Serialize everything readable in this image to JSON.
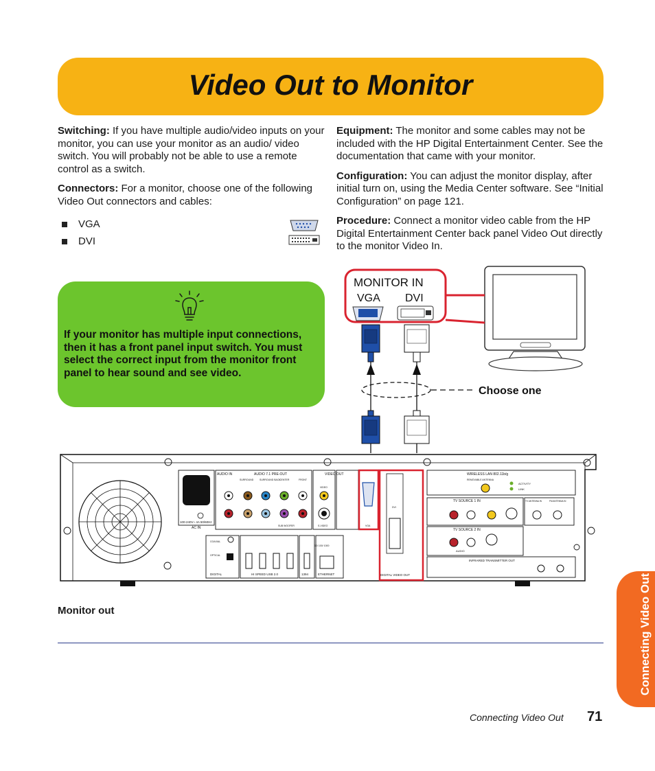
{
  "title": "Video Out to Monitor",
  "side_tab": "Connecting Video Out",
  "left_column": {
    "switching_label": "Switching:",
    "switching_text": " If you have multiple audio/video inputs on your monitor, you can use your monitor as an audio/ video switch. You will probably not be able to use a remote control as a switch.",
    "connectors_label": "Connectors:",
    "connectors_text": " For a monitor, choose one of the following Video Out connectors and cables:",
    "bullets": [
      "VGA",
      "DVI"
    ]
  },
  "right_column": {
    "equipment_label": "Equipment:",
    "equipment_text": " The monitor and some cables may not be included with the HP Digital Entertainment Center. See the documentation that came with your monitor.",
    "configuration_label": "Configuration:",
    "configuration_text": " You can adjust the monitor display, after initial turn on, using the Media Center software. See “Initial Configuration” on page 121.",
    "procedure_label": "Procedure:",
    "procedure_text": " Connect a monitor video cable from the HP Digital Entertainment Center back panel Video Out directly to the monitor Video In."
  },
  "tip": {
    "icon": "lightbulb-icon",
    "text": "If your monitor has multiple input connections, then it has a front panel input switch. You must select the correct input from the monitor front panel to hear sound and see video."
  },
  "diagram": {
    "monitor_in": "MONITOR IN",
    "vga": "VGA",
    "dvi": "DVI",
    "choose_one": "Choose one",
    "panel": {
      "audio_in": "AUDIO IN",
      "audio_71": "AUDIO 7.1 PRE-OUT",
      "video_out": "VIDEO  OUT",
      "surround": "SURROUND",
      "surround_back": "SURROUND BACK",
      "center": "CENTER",
      "front": "FRONT",
      "sub": "SUB WOOFER",
      "video": "VIDEO",
      "svideo": "S-VIDEO",
      "ac_rating": "100-240V~ 4A  50/60Hz",
      "ac_in": "AC IN",
      "coaxial": "COAXIAL",
      "optical": "OPTICAL",
      "digital": "DIGITAL",
      "usb": "HI SPEED USB 2.0",
      "fw": "1394",
      "ethernet": "ETHERNET",
      "eth_speed": "10/ 100/ 1000",
      "dvi": "DVI",
      "vga": "VGA",
      "digital_video_out": "DIGITAL VIDEO OUT",
      "wlan": "WIRELESS  LAN     802.11b/g",
      "removable_antenna": "REMOVABLE ANTENNA",
      "activity": "ACTIVITY",
      "link": "LINK",
      "tv1": "TV SOURCE     1     IN",
      "tv2": "TV SOURCE     2     IN",
      "tv_antenna": "TV ANTENNA IN",
      "fm_antenna": "FM ANTENNA IN",
      "audio": "AUDIO",
      "ir_out": "INFRARED TRANSMITTER OUT"
    }
  },
  "caption": "Monitor out",
  "footer": {
    "section": "Connecting Video Out",
    "page": "71"
  },
  "colors": {
    "banner": "#f7b214",
    "side_tab": "#f26a22",
    "tip": "#6cc52d",
    "highlight": "#d9232f",
    "vga_blue": "#1f4fa8"
  }
}
